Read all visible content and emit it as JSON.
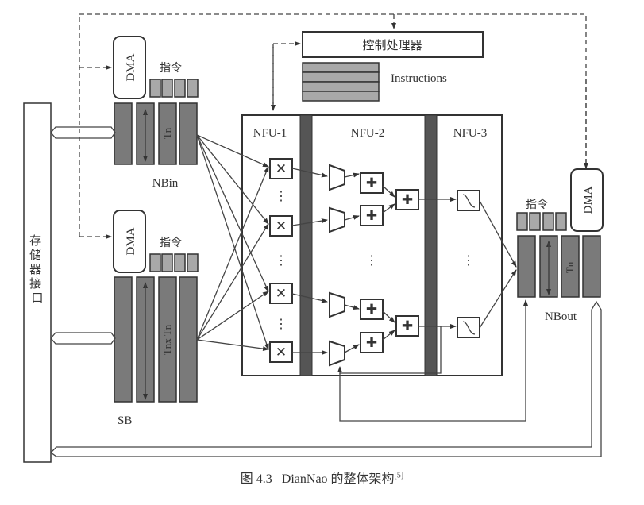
{
  "diagram": {
    "memory_interface": {
      "label": "存储器接口"
    },
    "controller": {
      "label": "控制处理器",
      "instructions_label": "Instructions"
    },
    "nbin": {
      "label": "NBin",
      "dma_label": "DMA",
      "instr_label": "指令",
      "dim_label": "Tn"
    },
    "sb": {
      "label": "SB",
      "dma_label": "DMA",
      "instr_label": "指令",
      "dim_label": "Tnx Tn"
    },
    "nbout": {
      "label": "NBout",
      "dma_label": "DMA",
      "instr_label": "指令",
      "dim_label": "Tn"
    },
    "nfu": {
      "stages": [
        {
          "label": "NFU-1",
          "op": "multiply"
        },
        {
          "label": "NFU-2",
          "op": "add-tree"
        },
        {
          "label": "NFU-3",
          "op": "sigmoid"
        }
      ],
      "ellipsis": "⋮"
    }
  },
  "caption": {
    "prefix": "图 4.3",
    "text": "DianNao 的整体架构",
    "ref": "[5]"
  }
}
